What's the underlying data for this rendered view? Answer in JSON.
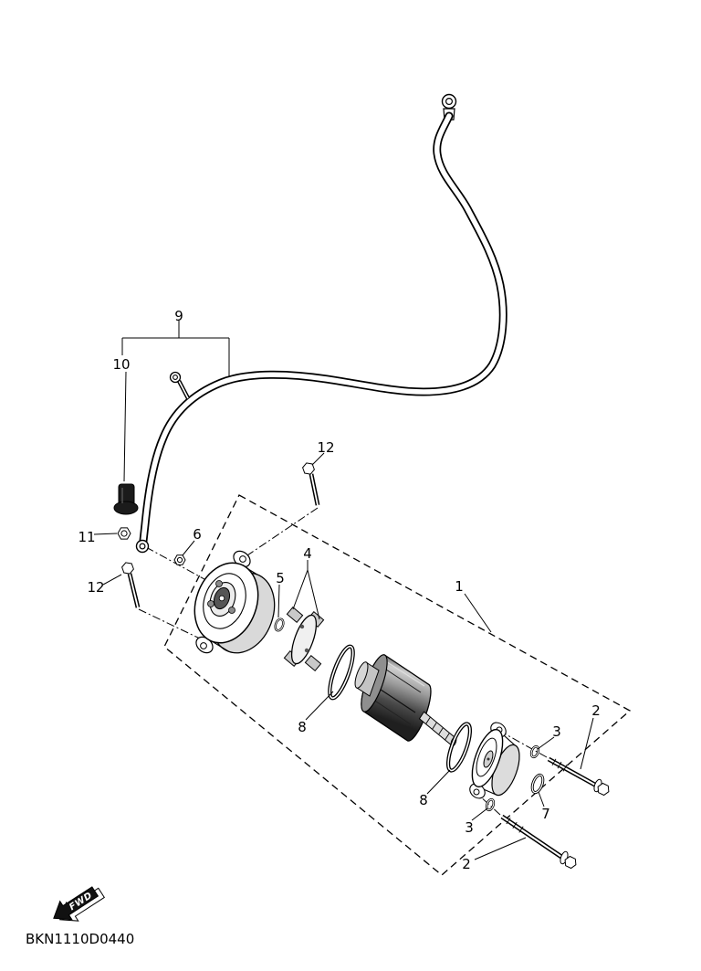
{
  "diagram": {
    "code": "BKN1110D0440",
    "fwd_label": "FWD"
  },
  "callouts": [
    {
      "label": "9"
    },
    {
      "label": "10"
    },
    {
      "label": "12"
    },
    {
      "label": "11"
    },
    {
      "label": "6"
    },
    {
      "label": "12"
    },
    {
      "label": "5"
    },
    {
      "label": "4"
    },
    {
      "label": "1"
    },
    {
      "label": "8"
    },
    {
      "label": "8"
    },
    {
      "label": "3"
    },
    {
      "label": "2"
    },
    {
      "label": "7"
    },
    {
      "label": "3"
    },
    {
      "label": "2"
    }
  ]
}
